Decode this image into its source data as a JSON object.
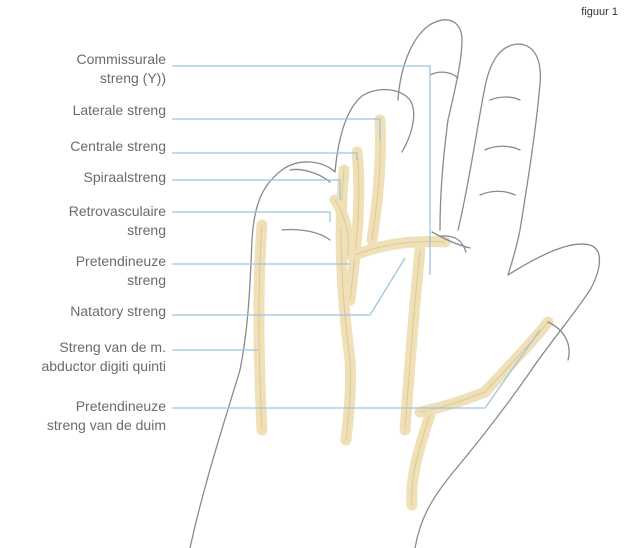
{
  "figure_label": "figuur 1",
  "colors": {
    "outline": "#8a8a8a",
    "cord": "#efe0b8",
    "cord_edge": "#d8c28e",
    "leader": "#9fc4dc",
    "text": "#6b6b6b"
  },
  "labels": [
    {
      "id": "commissurale",
      "lines": [
        "Commissurale",
        "streng (Y))"
      ]
    },
    {
      "id": "laterale",
      "lines": [
        "Laterale streng"
      ]
    },
    {
      "id": "centrale",
      "lines": [
        "Centrale streng"
      ]
    },
    {
      "id": "spiraal",
      "lines": [
        "Spiraalstreng"
      ]
    },
    {
      "id": "retrovasculaire",
      "lines": [
        "Retrovasculaire",
        "streng"
      ]
    },
    {
      "id": "pretendineuze",
      "lines": [
        "Pretendineuze",
        "streng"
      ]
    },
    {
      "id": "natatory",
      "lines": [
        "Natatory streng"
      ]
    },
    {
      "id": "abductor",
      "lines": [
        "Streng van de m.",
        "abductor digiti quinti"
      ]
    },
    {
      "id": "duim",
      "lines": [
        "Pretendineuze",
        "streng van de duim"
      ]
    }
  ]
}
